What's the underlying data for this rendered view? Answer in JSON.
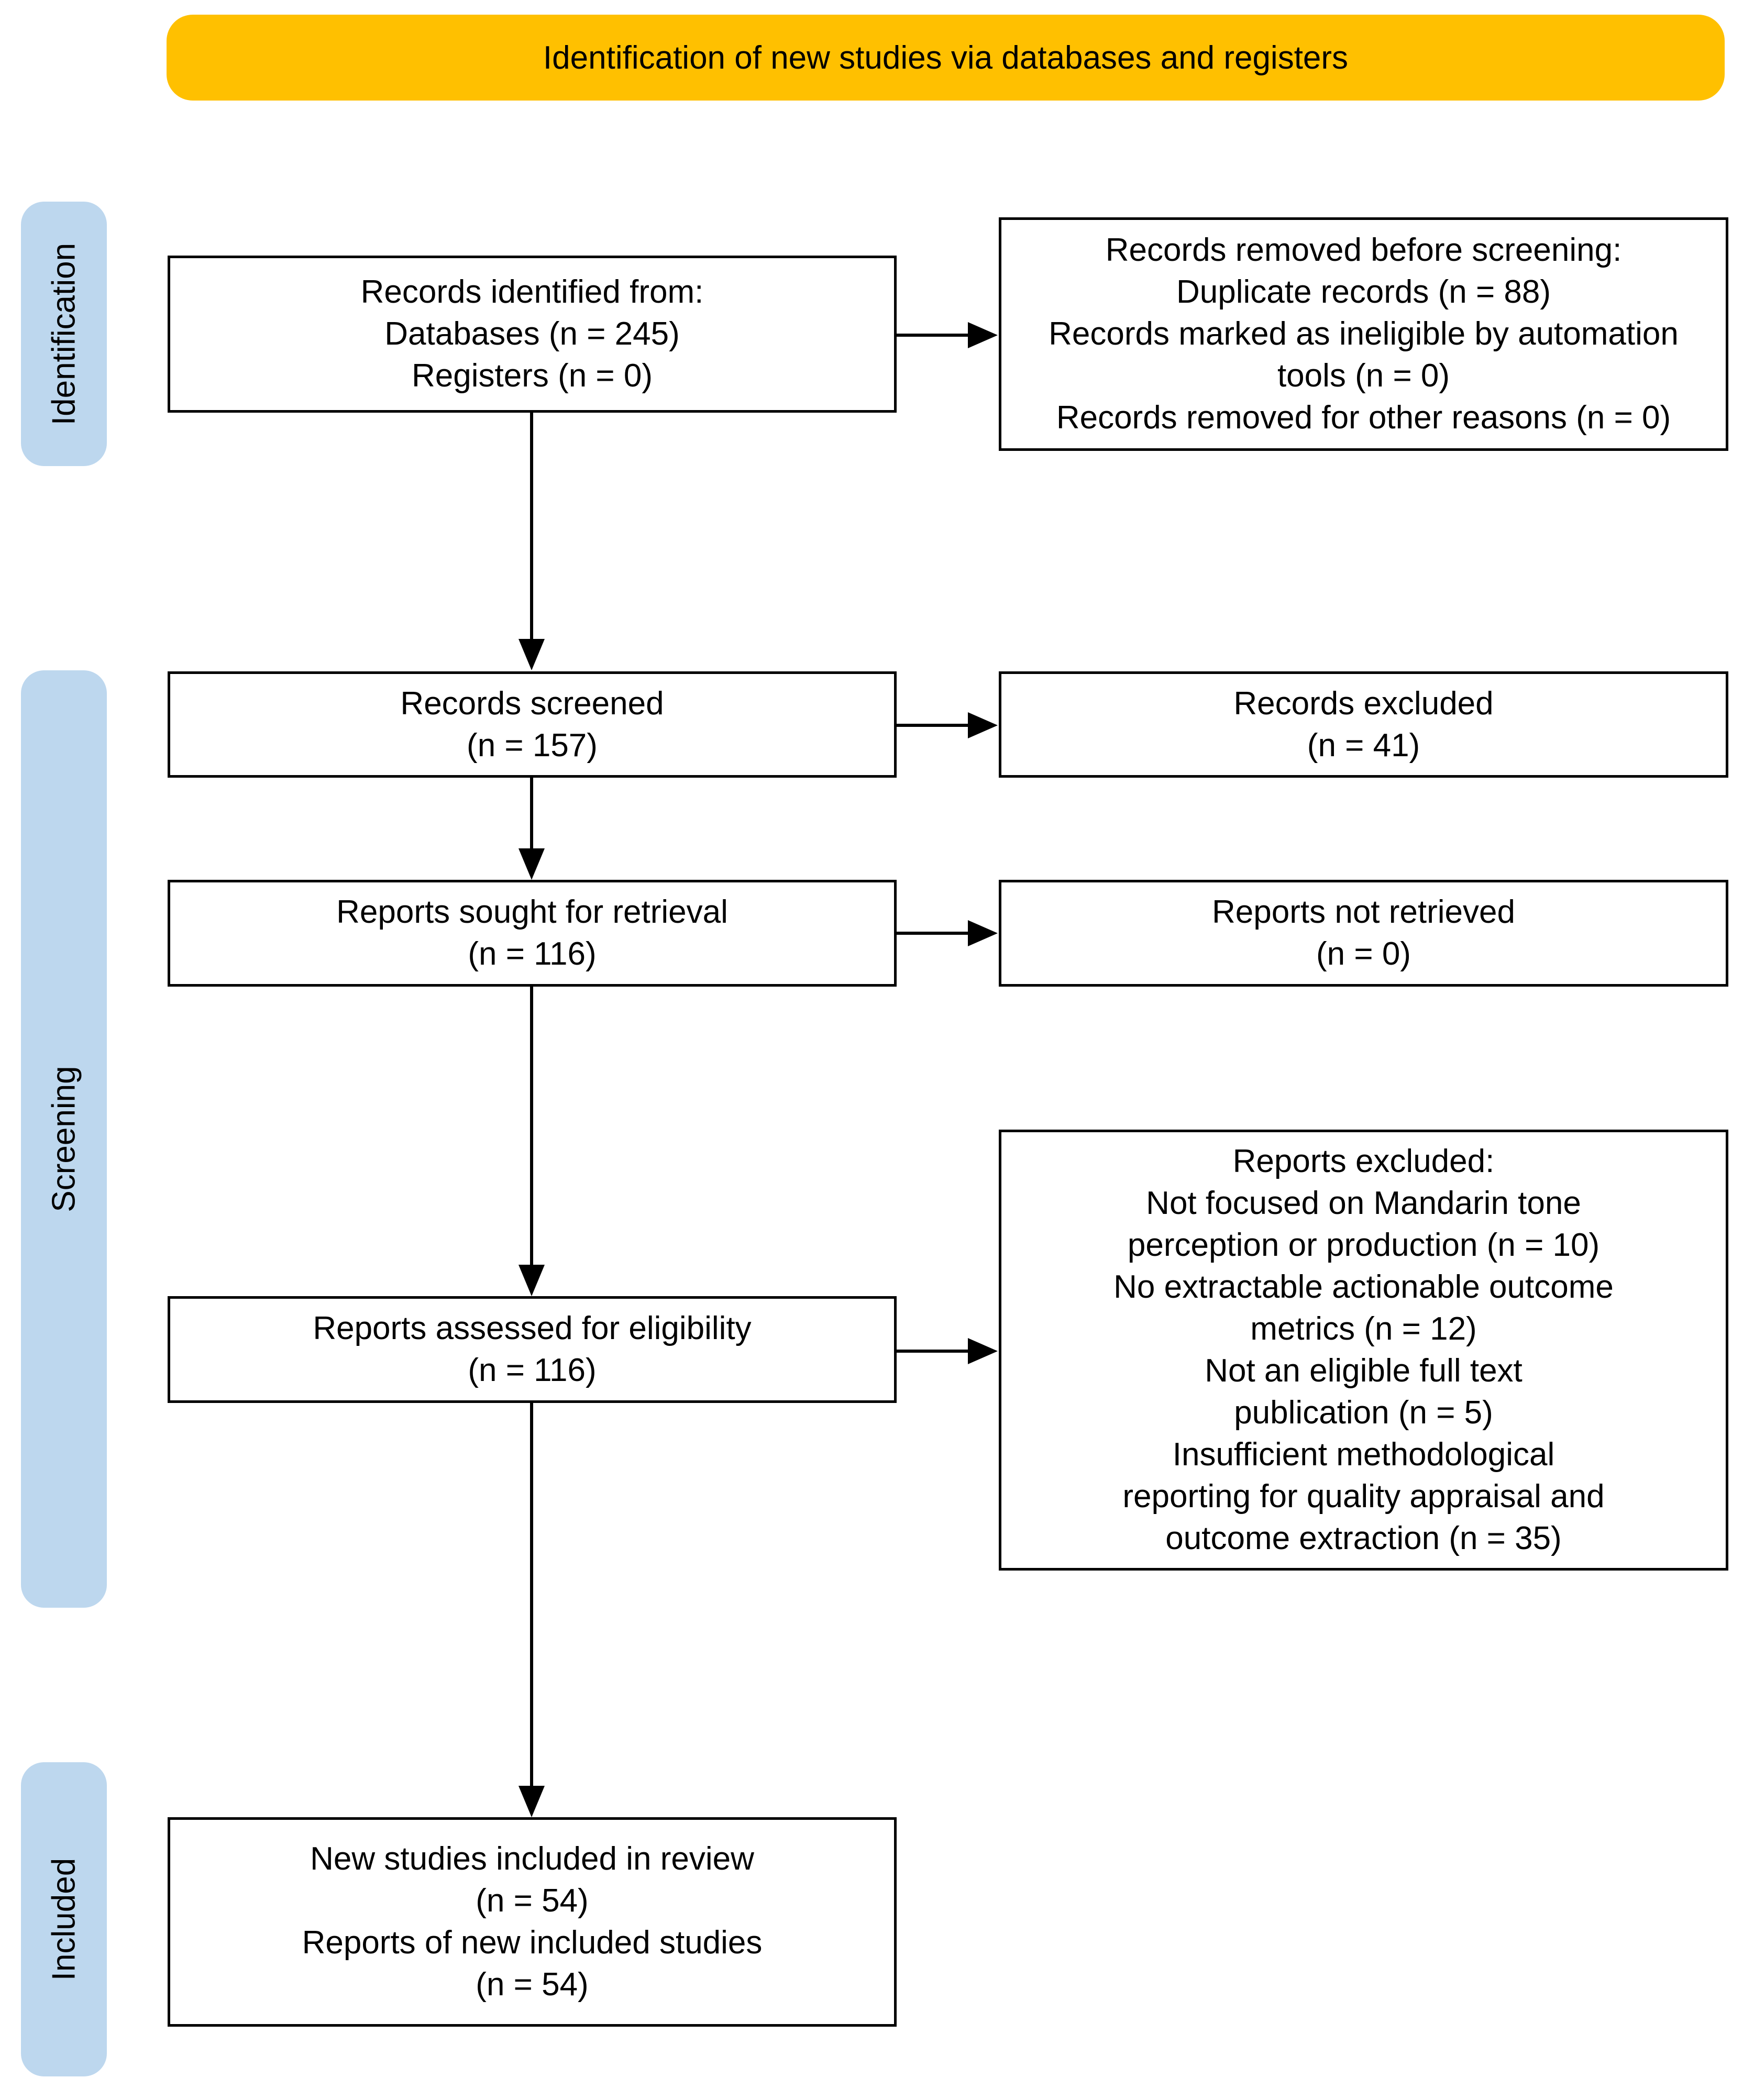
{
  "header": {
    "title": "Identification of new studies via databases and registers"
  },
  "phases": {
    "identification": "Identification",
    "screening": "Screening",
    "included": "Included"
  },
  "boxes": {
    "identified": {
      "lines": [
        "Records identified from:",
        "Databases (n = 245)",
        "Registers (n = 0)"
      ]
    },
    "removed": {
      "lines": [
        "Records removed before screening:",
        "Duplicate records (n = 88)",
        "Records marked as ineligible by automation",
        "tools (n = 0)",
        "Records removed for other reasons (n = 0)"
      ]
    },
    "screened": {
      "lines": [
        "Records screened",
        "(n = 157)"
      ]
    },
    "excluded": {
      "lines": [
        "Records excluded",
        "(n = 41)"
      ]
    },
    "sought": {
      "lines": [
        "Reports sought for retrieval",
        "(n = 116)"
      ]
    },
    "not_retrieved": {
      "lines": [
        "Reports not retrieved",
        "(n = 0)"
      ]
    },
    "assessed": {
      "lines": [
        "Reports assessed for eligibility",
        "(n = 116)"
      ]
    },
    "reports_excluded": {
      "lines": [
        "Reports excluded:",
        "Not focused on Mandarin tone",
        "perception or production (n = 10)",
        "No extractable actionable outcome",
        "metrics (n = 12)",
        "Not an eligible full text",
        "publication (n = 5)",
        "Insufficient methodological",
        "reporting for quality appraisal and",
        "outcome extraction (n = 35)"
      ]
    },
    "included": {
      "lines": [
        "New studies included in review",
        "(n = 54)",
        "Reports of new included studies",
        "(n = 54)"
      ]
    }
  },
  "colors": {
    "header": "#FFC000",
    "phase": "#BDD7EE",
    "line": "#000000"
  }
}
